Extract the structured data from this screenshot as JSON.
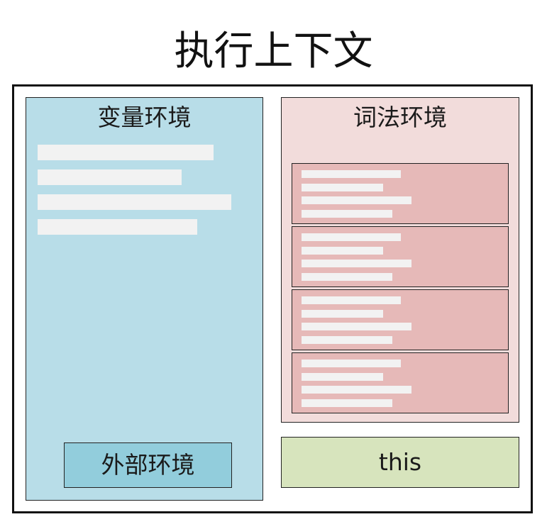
{
  "title": "执行上下文",
  "variable_environment": {
    "label": "变量环境",
    "outer_environment_label": "外部环境"
  },
  "lexical_environment": {
    "label": "词法环境",
    "card_count": 4
  },
  "this_label": "this",
  "colors": {
    "variable_env_fill": "#b8dde8",
    "outer_env_fill": "#92cddc",
    "lexical_env_fill": "#f2dcdb",
    "lexical_card_fill": "#e6b9b8",
    "this_fill": "#d7e4bd",
    "line_fill": "#f2f2f2"
  }
}
